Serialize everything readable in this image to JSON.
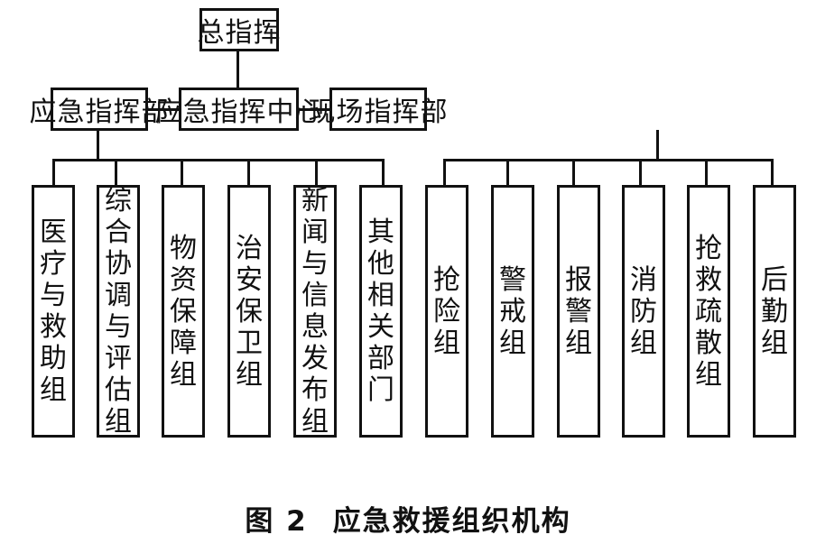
{
  "diagram": {
    "root": {
      "label": "总指挥"
    },
    "middle": {
      "left": {
        "label": "应急指挥部"
      },
      "center": {
        "label": "应急指挥中心"
      },
      "right": {
        "label": "现场指挥部"
      }
    },
    "left_groups": [
      {
        "label": "医疗与救助组"
      },
      {
        "label": "综合协调与评估组"
      },
      {
        "label": "物资保障组"
      },
      {
        "label": "治安保卫组"
      },
      {
        "label": "新闻与信息发布组"
      },
      {
        "label": "其他相关部门"
      }
    ],
    "right_groups": [
      {
        "label": "抢险组"
      },
      {
        "label": "警戒组"
      },
      {
        "label": "报警组"
      },
      {
        "label": "消防组"
      },
      {
        "label": "抢救疏散组"
      },
      {
        "label": "后勤组"
      }
    ]
  },
  "caption": {
    "figure_number": "图 2",
    "title": "应急救援组织机构"
  }
}
